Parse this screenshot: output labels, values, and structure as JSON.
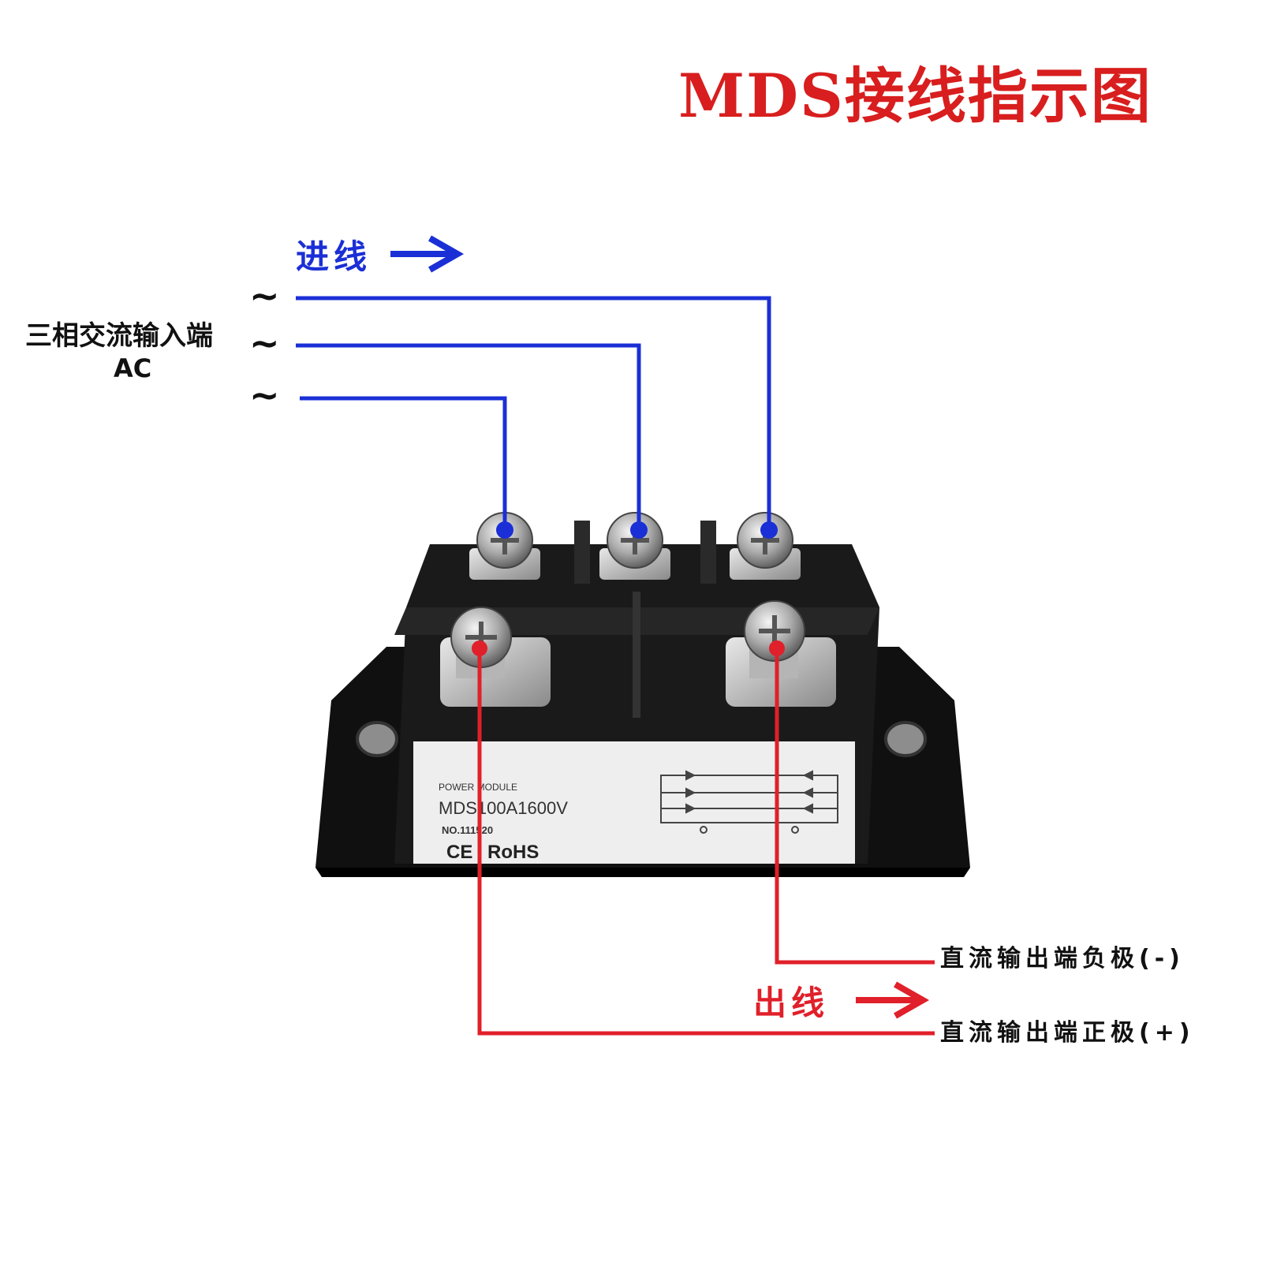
{
  "title": "MDS接线指示图",
  "input": {
    "label": "进线",
    "ac_text": "三相交流输入端",
    "ac_sub": "AC",
    "tildes": [
      "~",
      "~",
      "~"
    ]
  },
  "output": {
    "label": "出线",
    "dc_neg": "直流输出端负极(-)",
    "dc_pos": "直流输出端正极(+)"
  },
  "module": {
    "brand_line": "POWER MODULE",
    "model": "MDS100A1600V",
    "serial": "NO.111520",
    "ce": "CE",
    "rohs": "RoHS"
  },
  "colors": {
    "title": "#d81e1e",
    "input_wire": "#1b2fd6",
    "output_wire": "#e0202a",
    "module_body": "#151515",
    "label_bg": "#eeeeee"
  }
}
